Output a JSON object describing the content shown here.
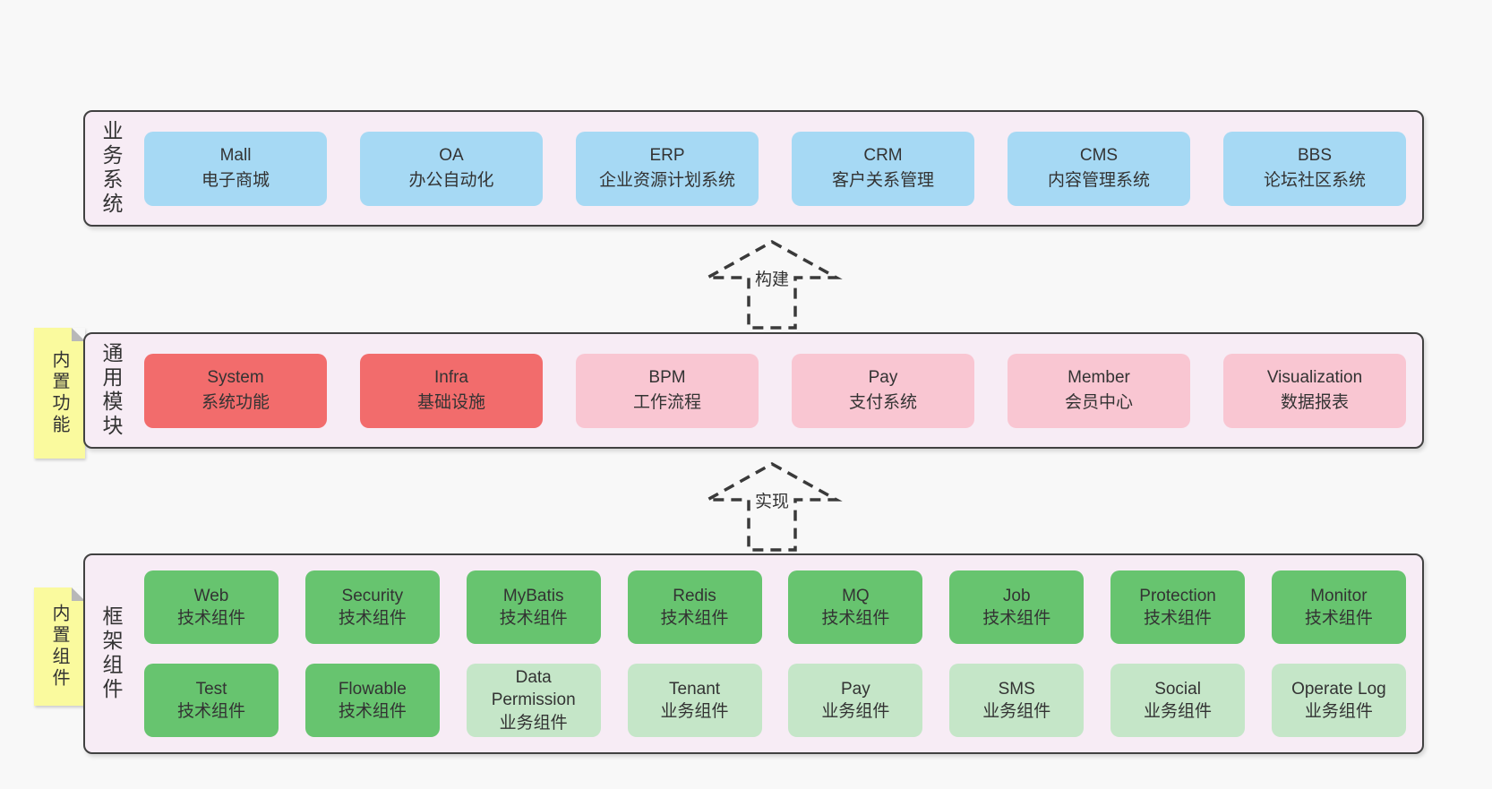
{
  "colors": {
    "page_bg": "#f8f8f8",
    "panel_bg": "#f7ecf5",
    "panel_border": "#414141",
    "blue": "#a6d9f4",
    "red": "#f26c6c",
    "pink": "#f9c6d2",
    "green": "#67c46f",
    "light_green": "#c5e6c8",
    "note_yellow": "#fafa9e",
    "note_fold": "#b8b8b8",
    "text": "#333333"
  },
  "sections": [
    {
      "label": "业务系统",
      "boxes": [
        {
          "title": "Mall",
          "subtitle": "电子商城",
          "variant": "blue"
        },
        {
          "title": "OA",
          "subtitle": "办公自动化",
          "variant": "blue"
        },
        {
          "title": "ERP",
          "subtitle": "企业资源计划系统",
          "variant": "blue"
        },
        {
          "title": "CRM",
          "subtitle": "客户关系管理",
          "variant": "blue"
        },
        {
          "title": "CMS",
          "subtitle": "内容管理系统",
          "variant": "blue"
        },
        {
          "title": "BBS",
          "subtitle": "论坛社区系统",
          "variant": "blue"
        }
      ]
    },
    {
      "label": "通用模块",
      "note": "内置功能",
      "boxes": [
        {
          "title": "System",
          "subtitle": "系统功能",
          "variant": "red"
        },
        {
          "title": "Infra",
          "subtitle": "基础设施",
          "variant": "red"
        },
        {
          "title": "BPM",
          "subtitle": "工作流程",
          "variant": "pink"
        },
        {
          "title": "Pay",
          "subtitle": "支付系统",
          "variant": "pink"
        },
        {
          "title": "Member",
          "subtitle": "会员中心",
          "variant": "pink"
        },
        {
          "title": "Visualization",
          "subtitle": "数据报表",
          "variant": "pink"
        }
      ]
    },
    {
      "label": "框架组件",
      "note": "内置组件",
      "rows": [
        [
          {
            "title": "Web",
            "subtitle": "技术组件",
            "variant": "green"
          },
          {
            "title": "Security",
            "subtitle": "技术组件",
            "variant": "green"
          },
          {
            "title": "MyBatis",
            "subtitle": "技术组件",
            "variant": "green"
          },
          {
            "title": "Redis",
            "subtitle": "技术组件",
            "variant": "green"
          },
          {
            "title": "MQ",
            "subtitle": "技术组件",
            "variant": "green"
          },
          {
            "title": "Job",
            "subtitle": "技术组件",
            "variant": "green"
          },
          {
            "title": "Protection",
            "subtitle": "技术组件",
            "variant": "green"
          },
          {
            "title": "Monitor",
            "subtitle": "技术组件",
            "variant": "green"
          }
        ],
        [
          {
            "title": "Test",
            "subtitle": "技术组件",
            "variant": "green"
          },
          {
            "title": "Flowable",
            "subtitle": "技术组件",
            "variant": "green"
          },
          {
            "title": "Data Permission",
            "subtitle": "业务组件",
            "variant": "light-green"
          },
          {
            "title": "Tenant",
            "subtitle": "业务组件",
            "variant": "light-green"
          },
          {
            "title": "Pay",
            "subtitle": "业务组件",
            "variant": "light-green"
          },
          {
            "title": "SMS",
            "subtitle": "业务组件",
            "variant": "light-green"
          },
          {
            "title": "Social",
            "subtitle": "业务组件",
            "variant": "light-green"
          },
          {
            "title": "Operate Log",
            "subtitle": "业务组件",
            "variant": "light-green"
          }
        ]
      ]
    }
  ],
  "arrows": [
    {
      "label": "构建"
    },
    {
      "label": "实现"
    }
  ]
}
